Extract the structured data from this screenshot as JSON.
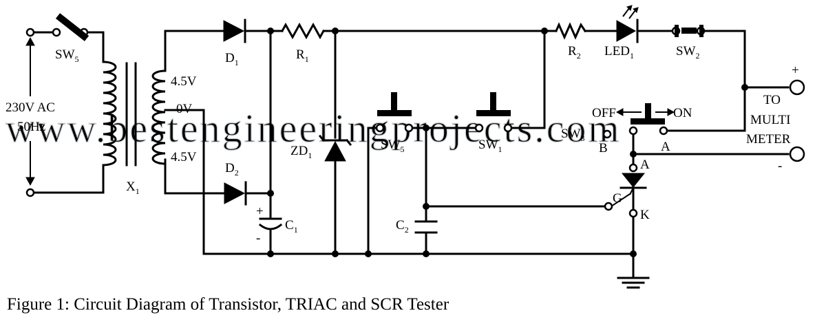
{
  "watermark": "www.bestengineeringprojects.com",
  "caption": "Figure 1: Circuit Diagram of Transistor, TRIAC and SCR Tester",
  "labels": {
    "ac_source": "230V AC",
    "frequency": "50Hz",
    "sw5_main": "SW",
    "sw5_main_sub": "5",
    "transformer": "X",
    "transformer_sub": "1",
    "tap_top": "4.5V",
    "tap_mid": "0V",
    "tap_bot": "4.5V",
    "d1": "D",
    "d1_sub": "1",
    "d2": "D",
    "d2_sub": "2",
    "r1": "R",
    "r1_sub": "1",
    "r2": "R",
    "r2_sub": "2",
    "led1": "LED",
    "led1_sub": "1",
    "sw2": "SW",
    "sw2_sub": "2",
    "zd1": "ZD",
    "zd1_sub": "1",
    "c1": "C",
    "c1_sub": "1",
    "c1_plus": "+",
    "c1_minus": "-",
    "c2": "C",
    "c2_sub": "2",
    "sw5_push": "SW",
    "sw5_push_sub": "5",
    "sw1": "SW",
    "sw1_sub": "1",
    "sw3": "SW",
    "sw3_sub": "3",
    "off": "OFF",
    "on": "ON",
    "pos_a": "A",
    "pos_b": "B",
    "scr_anode": "A",
    "scr_gate": "G",
    "scr_cathode": "K",
    "meter_plus": "+",
    "meter_minus": "-",
    "meter_line1": "TO",
    "meter_line2": "MULTI",
    "meter_line3": "METER"
  }
}
